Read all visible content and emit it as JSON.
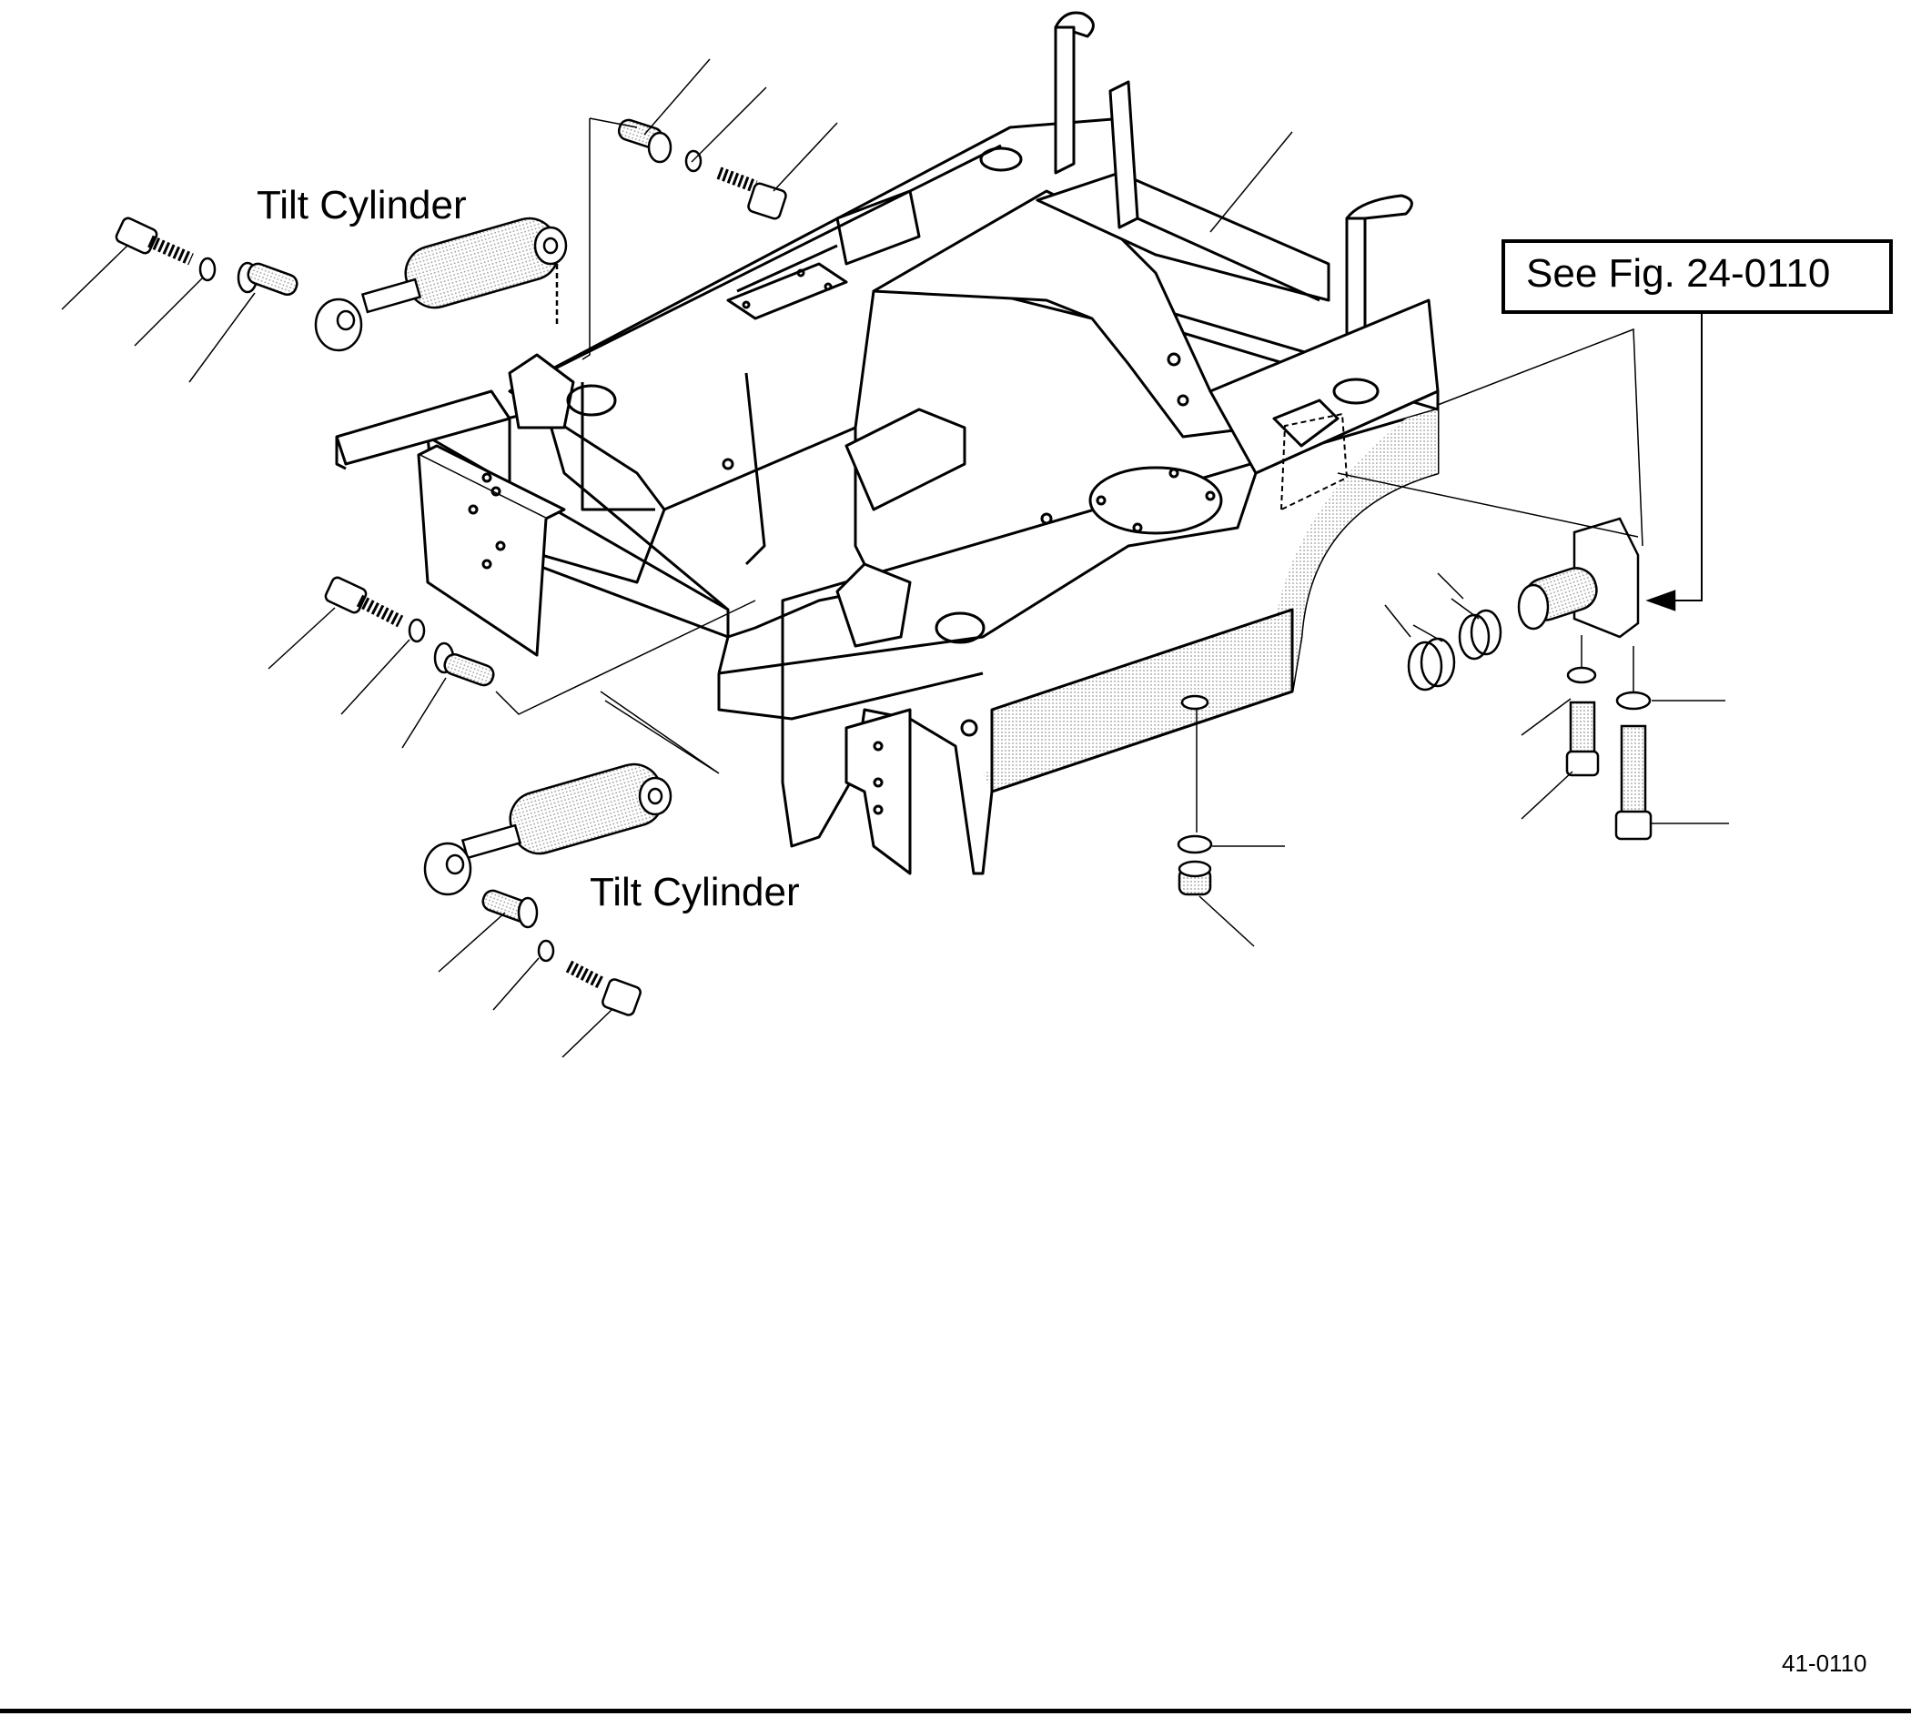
{
  "labels": {
    "tilt_cylinder_upper": "Tilt Cylinder",
    "tilt_cylinder_lower": "Tilt Cylinder",
    "see_fig": "See Fig. 24-0110",
    "figure_code": "41-0110"
  },
  "colors": {
    "ink": "#000000",
    "background": "#ffffff",
    "cylinder_shade": "#d8d8d8"
  }
}
